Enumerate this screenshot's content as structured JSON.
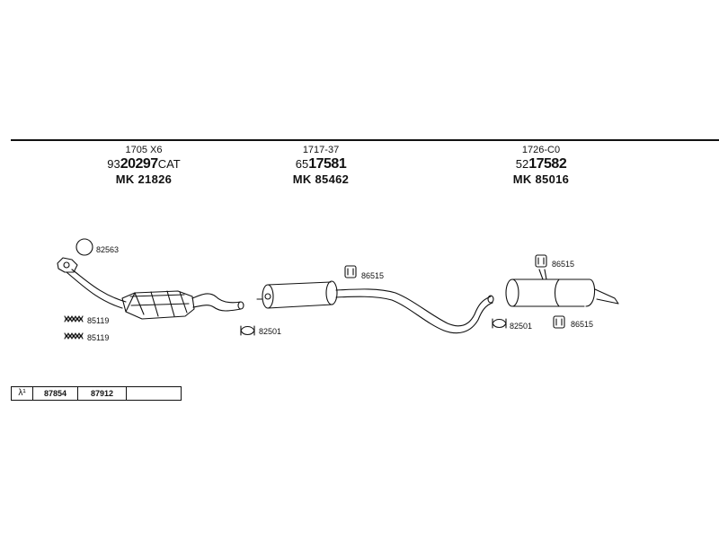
{
  "groups": [
    {
      "code": "1705 X6",
      "num_prefix": "93",
      "num_main": "20297",
      "num_suffix": "CAT",
      "mk": "MK  21826"
    },
    {
      "code": "1717-37",
      "num_prefix": "65",
      "num_main": "17581",
      "num_suffix": "",
      "mk": "MK  85462"
    },
    {
      "code": "1726-C0",
      "num_prefix": "52",
      "num_main": "17582",
      "num_suffix": "",
      "mk": "MK  85016"
    }
  ],
  "labels": {
    "l82563": "82563",
    "l85119a": "85119",
    "l85119b": "85119",
    "l82501a": "82501",
    "l86515a": "86515",
    "l86515b": "86515",
    "l82501b": "82501",
    "l86515c": "86515"
  },
  "table": {
    "lambda": "λ¹",
    "cells": [
      "87854",
      "87912",
      ""
    ]
  }
}
